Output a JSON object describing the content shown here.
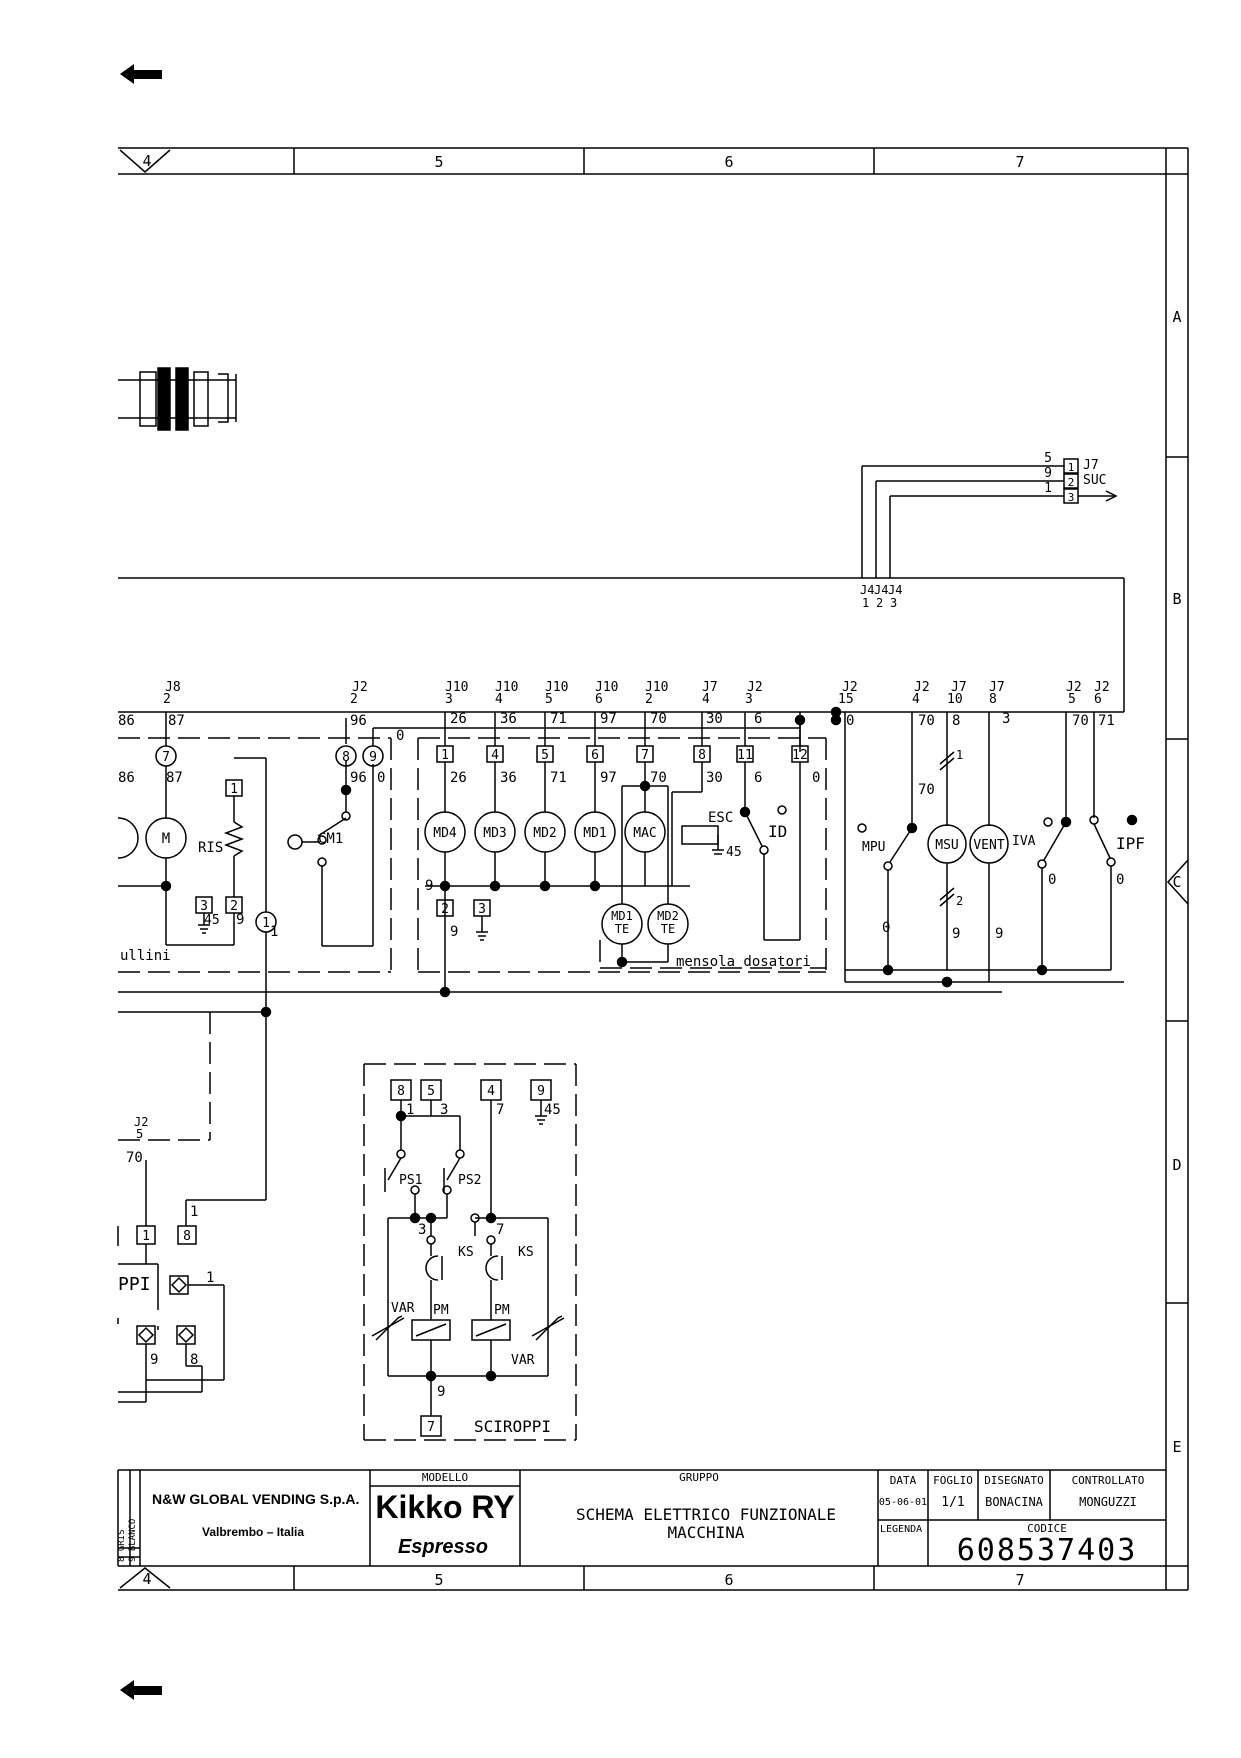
{
  "nav": {
    "back_top": "back-arrow",
    "back_bottom": "back-arrow"
  },
  "grid": {
    "columns": [
      "4",
      "5",
      "6",
      "7"
    ],
    "rows": [
      "A",
      "B",
      "C",
      "D",
      "E"
    ]
  },
  "connector_j7": {
    "wires": [
      "5",
      "9",
      "1"
    ],
    "pins": [
      "1",
      "2",
      "3"
    ],
    "label": "J7",
    "sub_label": "SUC",
    "j4_labels": [
      "J4",
      "J4",
      "J4"
    ],
    "j4_pins": [
      "1",
      "2",
      "3"
    ]
  },
  "top_refs": [
    {
      "j": "J8",
      "p": "2"
    },
    {
      "j": "J2",
      "p": "2"
    },
    {
      "j": "J10",
      "p": "3"
    },
    {
      "j": "J10",
      "p": "4"
    },
    {
      "j": "J10",
      "p": "5"
    },
    {
      "j": "J10",
      "p": "6"
    },
    {
      "j": "J10",
      "p": "2"
    },
    {
      "j": "J7",
      "p": "4"
    },
    {
      "j": "J2",
      "p": "3"
    },
    {
      "j": "J2",
      "p": "15"
    },
    {
      "j": "J2",
      "p": "4"
    },
    {
      "j": "J7",
      "p": "10"
    },
    {
      "j": "J7",
      "p": "8"
    },
    {
      "j": "J2",
      "p": "5"
    },
    {
      "j": "J2",
      "p": "6"
    }
  ],
  "wire_numbers": {
    "w86": "86",
    "w87": "87",
    "w96": "96",
    "w0": "0",
    "w26": "26",
    "w36": "36",
    "w71": "71",
    "w97": "97",
    "w70": "70",
    "w30": "30",
    "w6": "6",
    "w3": "3",
    "w9": "9",
    "w1": "1",
    "w2": "2",
    "w7": "7",
    "w8": "8",
    "w45": "45",
    "w5": "5",
    "w4": "4"
  },
  "terminals": {
    "t1": "1",
    "t2": "2",
    "t3": "3",
    "t4": "4",
    "t5": "5",
    "t6": "6",
    "t7": "7",
    "t8": "8",
    "t9": "9",
    "t11": "11",
    "t12": "12"
  },
  "components": {
    "m": "M",
    "ris": "RIS",
    "cm1": "CM1",
    "md4": "MD4",
    "md3": "MD3",
    "md2": "MD2",
    "md1": "MD1",
    "mac": "MAC",
    "esc": "ESC",
    "id": "ID",
    "mpu": "MPU",
    "msu": "MSU",
    "vent": "VENT",
    "iva": "IVA",
    "ipf": "IPF",
    "md1te_a": "MD1",
    "md1te_b": "TE",
    "md2te_a": "MD2",
    "md2te_b": "TE",
    "mensola": "mensola dosatori",
    "bullini": "ullini",
    "ps1": "PS1",
    "ps2": "PS2",
    "ks": "KS",
    "var": "VAR",
    "pm": "PM",
    "sciroppi": "SCIROPPI",
    "sciroppi_partial": "PPI",
    "j2": "J2"
  },
  "title_block": {
    "company": "N&W GLOBAL VENDING S.p.A.",
    "city": "Valbrembo – Italia",
    "modello_label": "MODELLO",
    "model_name": "Kikko RY",
    "model_sub": "Espresso",
    "gruppo_label": "GRUPPO",
    "desc_line1": "SCHEMA ELETTRICO FUNZIONALE",
    "desc_line2": "MACCHINA",
    "data_label": "DATA",
    "data_value": "05-06-01",
    "foglio_label": "FOGLIO",
    "foglio_value": "1/1",
    "disegnato_label": "DISEGNATO",
    "disegnato_value": "BONACINA",
    "controllato_label": "CONTROLLATO",
    "controllato_value": "MONGUZZI",
    "legenda_label": "LEGENDA",
    "codice_label": "CODICE",
    "codice_value": "608537403",
    "legend_lines": [
      "8 GRIS",
      "9 BLANCO"
    ]
  }
}
